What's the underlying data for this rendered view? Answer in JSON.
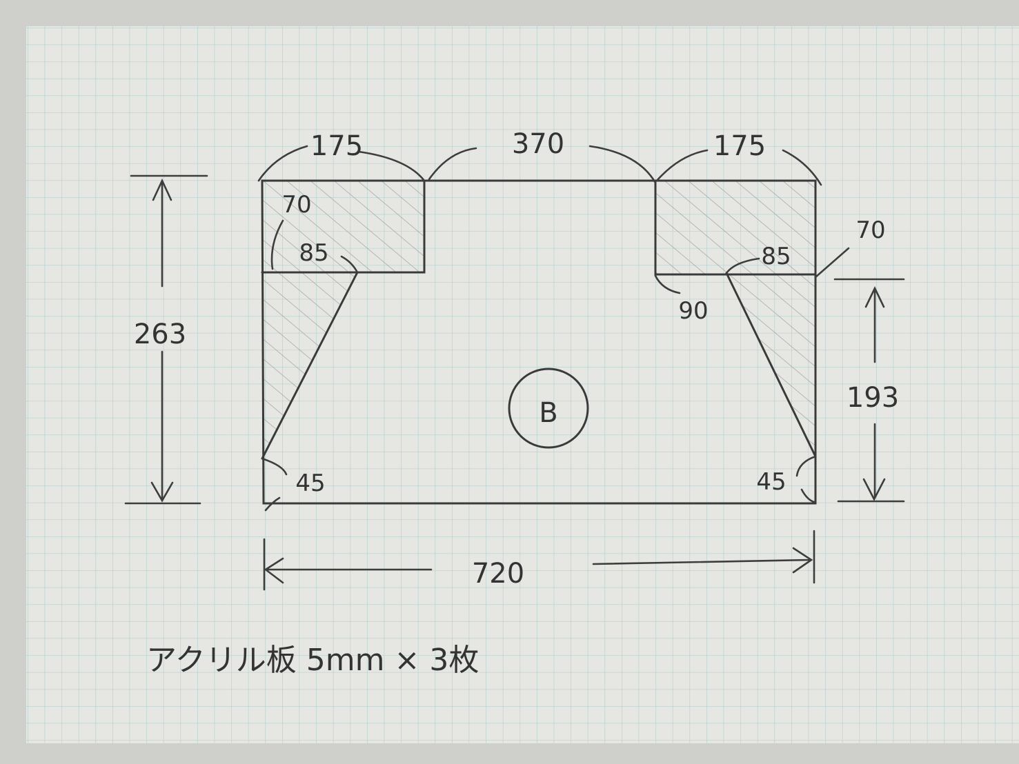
{
  "drawing": {
    "part_label": "B",
    "dimensions": {
      "top_left_width": "175",
      "top_middle_gap": "370",
      "top_right_width": "175",
      "overall_height": "263",
      "right_lower_height": "193",
      "overall_width": "720",
      "left_notch_depth": "70",
      "left_notch_inner": "85",
      "right_notch_depth": "70",
      "right_notch_inner": "85",
      "right_angle": "90",
      "left_bottom_angle": "45",
      "right_bottom_angle": "45"
    },
    "note": "アクリル板 5mm × 3枚"
  },
  "colors": {
    "paper": "#e6e7e3",
    "grid": "#a9c9c8",
    "ink": "#3a3a3a",
    "hatch": "#9a9c98"
  }
}
